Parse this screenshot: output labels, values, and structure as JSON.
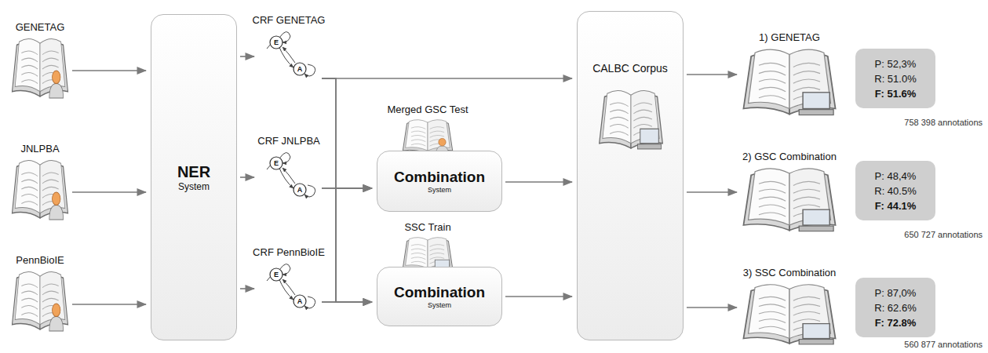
{
  "diagram": {
    "nodes": [
      {
        "text": [
          "GENETAG"
        ]
      },
      {
        "text": [
          "JNLPBA"
        ]
      },
      {
        "text": [
          "PennBioIE"
        ]
      },
      {
        "text": [
          "NER",
          "System"
        ]
      },
      {
        "text": [
          "CRF GENETAG"
        ]
      },
      {
        "text": [
          "CRF JNLPBA"
        ]
      },
      {
        "text": [
          "CRF PennBioIE"
        ]
      },
      {
        "text": [
          "Merged GSC Test"
        ]
      },
      {
        "text": [
          "Combination",
          "System"
        ]
      },
      {
        "text": [
          "SSC Train"
        ]
      },
      {
        "text": [
          "Combination",
          "System"
        ]
      },
      {
        "text": [
          "CALBC Corpus"
        ]
      },
      {
        "text": [
          "1) GENETAG"
        ]
      },
      {
        "text": [
          "P: 52,3%",
          "R: 51.0%",
          "F: 51.6%"
        ]
      },
      {
        "text": [
          "2) GSC Combination"
        ]
      },
      {
        "text": [
          "P: 48,4%",
          "R: 40.5%",
          "F: 44.1%"
        ]
      },
      {
        "text": [
          "3) SSC Combination"
        ]
      },
      {
        "text": [
          "P: 87,0%",
          "R: 62.6%",
          "F: 72.8%"
        ]
      }
    ],
    "edges": [
      {
        "from": 0,
        "to": 3,
        "arrow": "to"
      },
      {
        "from": 1,
        "to": 3,
        "arrow": "to"
      },
      {
        "from": 2,
        "to": 3,
        "arrow": "to"
      },
      {
        "from": 3,
        "to": 4,
        "arrow": "to"
      },
      {
        "from": 3,
        "to": 5,
        "arrow": "to"
      },
      {
        "from": 3,
        "to": 6,
        "arrow": "to"
      },
      {
        "from": 4,
        "to": 11,
        "arrow": "to"
      },
      {
        "from": 4,
        "to": 8,
        "arrow": "to"
      },
      {
        "from": 5,
        "to": 8,
        "arrow": "to"
      },
      {
        "from": 6,
        "to": 8,
        "arrow": "to"
      },
      {
        "from": 4,
        "to": 10,
        "arrow": "to"
      },
      {
        "from": 5,
        "to": 10,
        "arrow": "to"
      },
      {
        "from": 6,
        "to": 10,
        "arrow": "to"
      },
      {
        "from": 8,
        "to": 11,
        "arrow": "to"
      },
      {
        "from": 10,
        "to": 11,
        "arrow": "to"
      },
      {
        "from": 11,
        "to": 12,
        "arrow": "to"
      },
      {
        "from": 11,
        "to": 14,
        "arrow": "to"
      },
      {
        "from": 11,
        "to": 16,
        "arrow": "to"
      }
    ],
    "labels": [
      "E",
      "A",
      "E",
      "A",
      "E",
      "A",
      "758 398 annotations",
      "650 727 annotations",
      "560 877 annotations"
    ]
  }
}
